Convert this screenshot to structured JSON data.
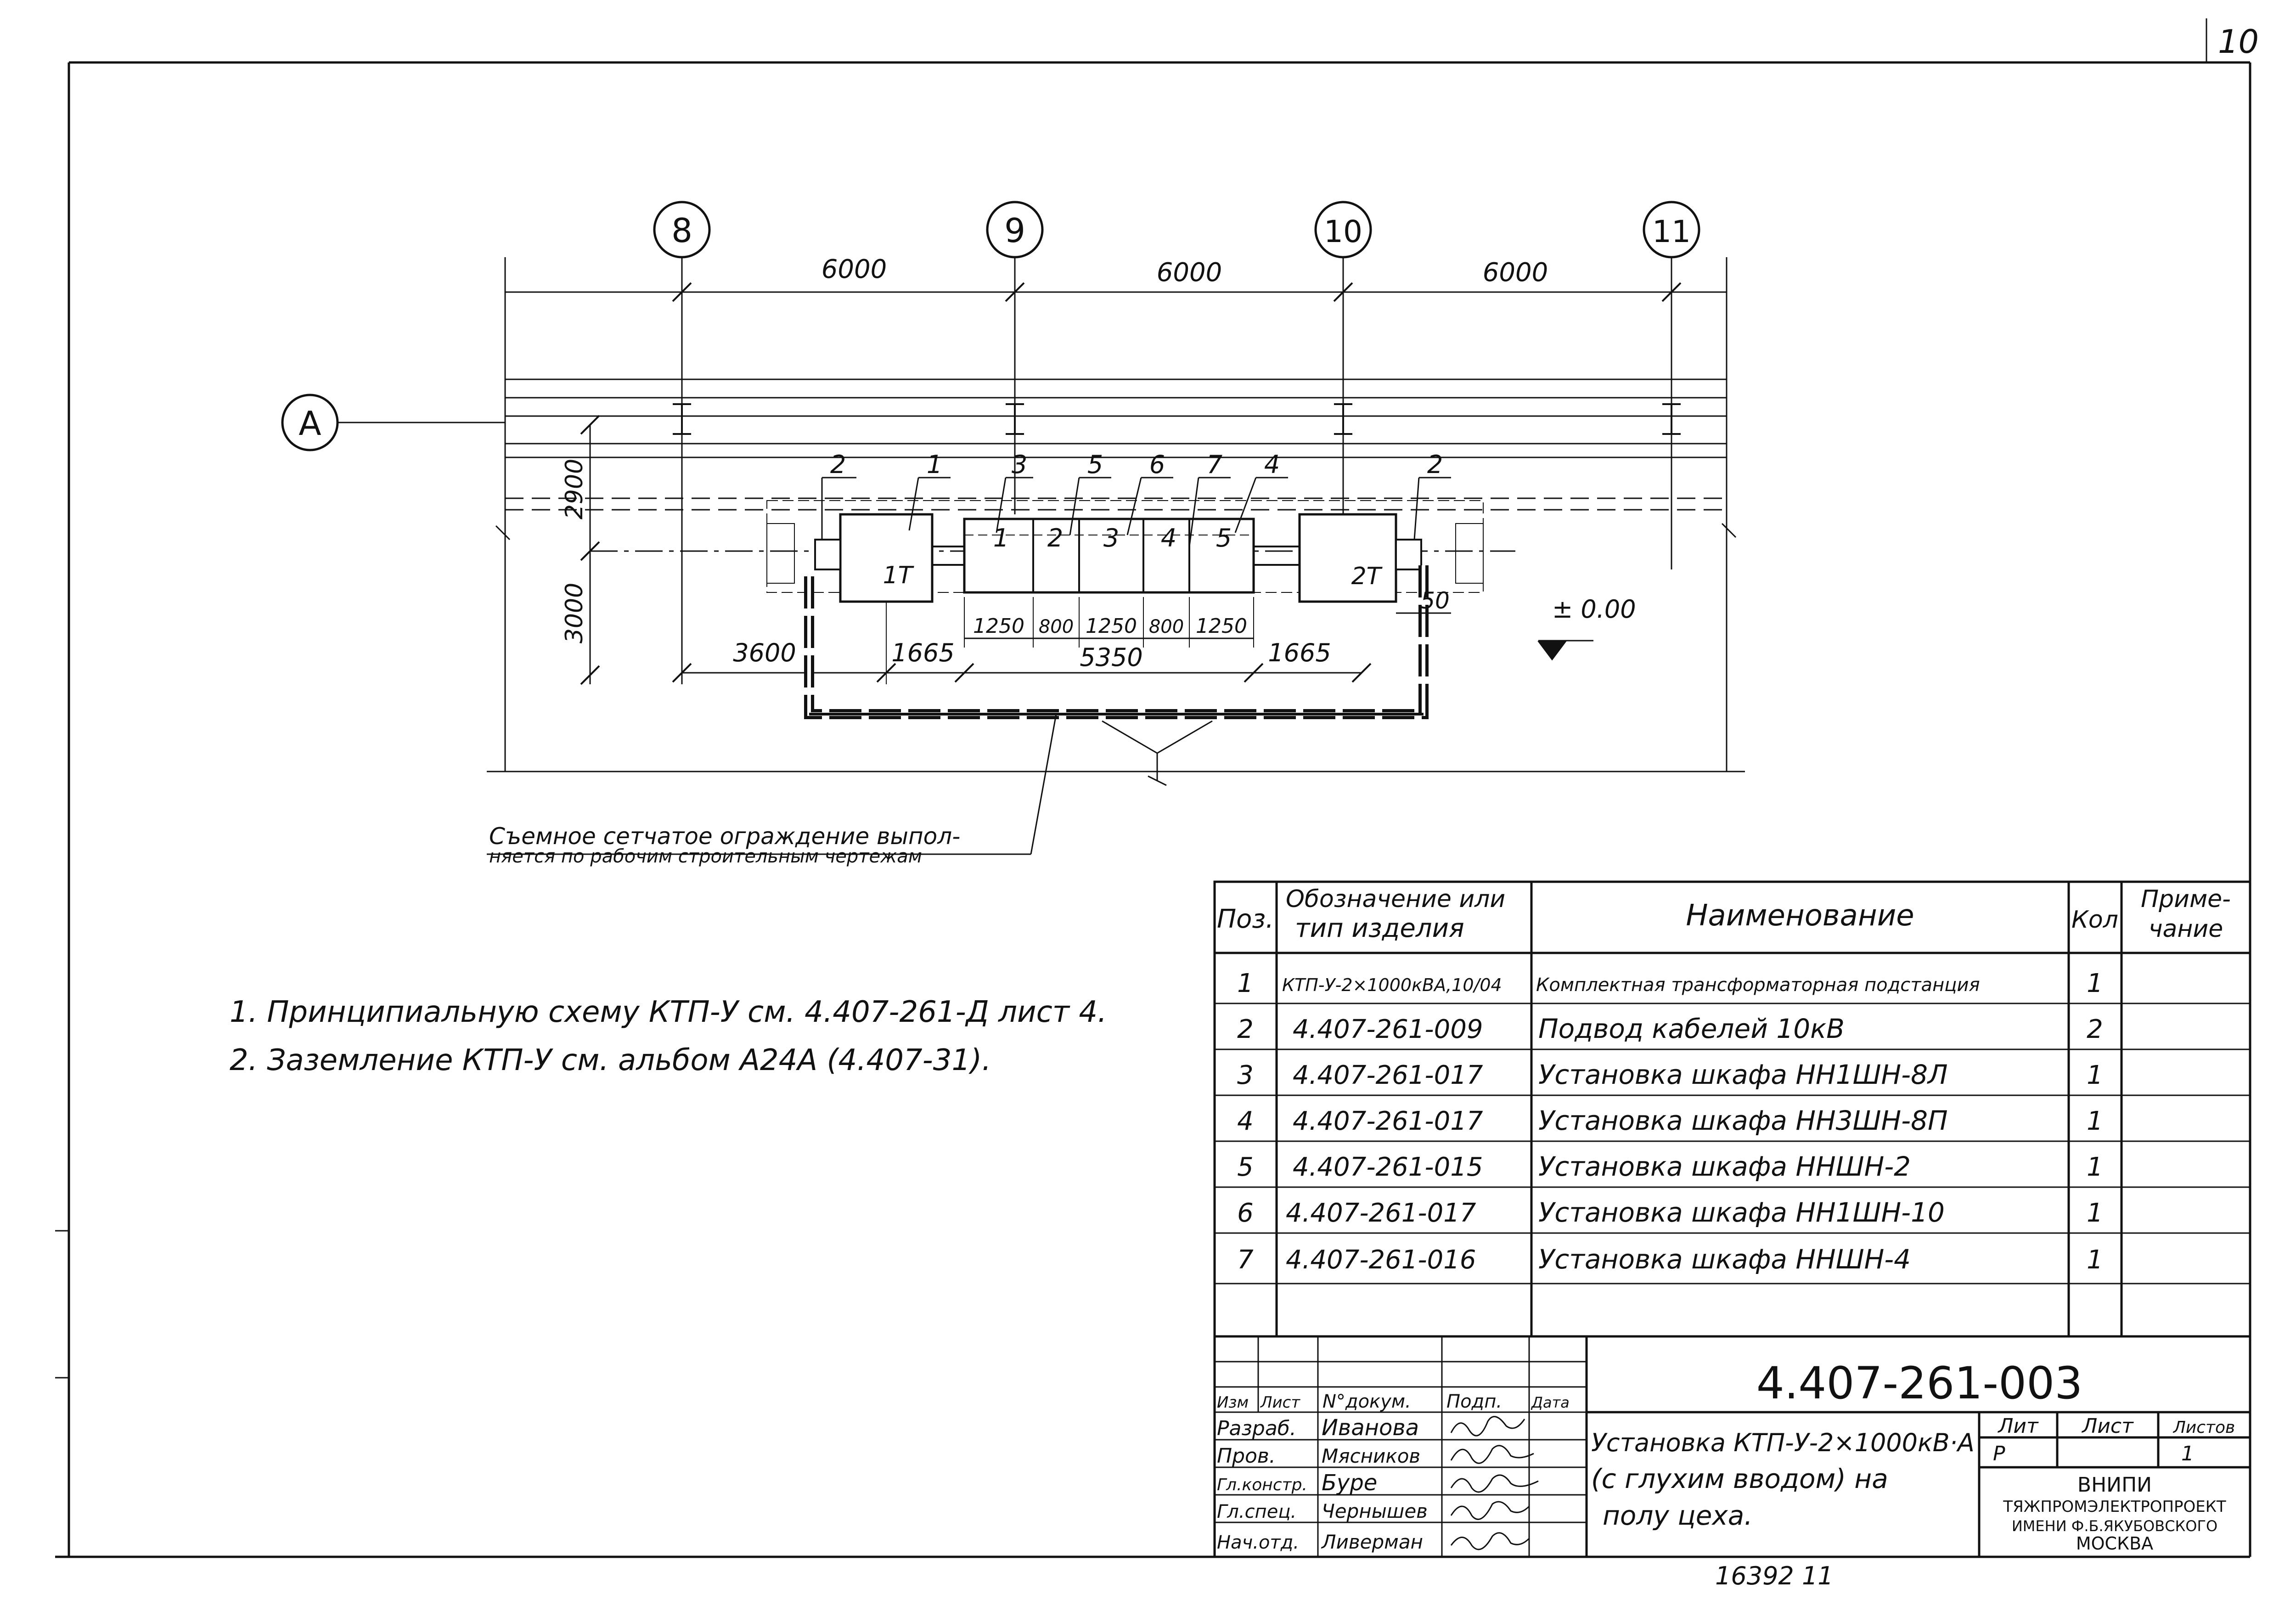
{
  "sheet_corner": "10",
  "axes": {
    "columns": [
      "8",
      "9",
      "10",
      "11"
    ],
    "row": "A"
  },
  "dimensions": {
    "spans": [
      "6000",
      "6000",
      "6000"
    ],
    "left_vertical_upper": "2900",
    "left_vertical_lower": "3000",
    "row_left": "3600",
    "row_gap_left": "1665",
    "row_total": "5350",
    "row_gap_right": "1665",
    "cabinet_widths": [
      "1250",
      "800",
      "1250",
      "800",
      "1250"
    ],
    "side_gap": "50",
    "level": "± 0.00"
  },
  "plan": {
    "transformer_left": "1T",
    "transformer_right": "2T",
    "cabinet_numbers": [
      "1",
      "2",
      "3",
      "4",
      "5"
    ],
    "callouts": [
      "2",
      "1",
      "3",
      "5",
      "6",
      "7",
      "4",
      "2"
    ]
  },
  "fence_note": [
    "Съемное сетчатое ограждение выпол-",
    "няется по рабочим строительным чертежам"
  ],
  "notes": [
    "1. Принципиальную схему КТП-У см. 4.407-261-Д лист 4.",
    "2. Заземление   КТП-У см. альбом А24А (4.407-31)."
  ],
  "spec_table": {
    "headers": {
      "pos": "Поз.",
      "designation": [
        "Обозначение или",
        "тип изделия"
      ],
      "name": "Наименование",
      "qty": "Кол",
      "note": [
        "Приме-",
        "чание"
      ]
    },
    "rows": [
      {
        "pos": "1",
        "designation": "КТП-У-2×1000кВА,10/04",
        "name": "Комплектная трансформаторная подстанция",
        "qty": "1"
      },
      {
        "pos": "2",
        "designation": "4.407-261-009",
        "name": "Подвод кабелей 10кВ",
        "qty": "2"
      },
      {
        "pos": "3",
        "designation": "4.407-261-017",
        "name": "Установка шкафа НН1ШН-8Л",
        "qty": "1"
      },
      {
        "pos": "4",
        "designation": "4.407-261-017",
        "name": "Установка шкафа НН3ШН-8П",
        "qty": "1"
      },
      {
        "pos": "5",
        "designation": "4.407-261-015",
        "name": "Установка шкафа ННШН-2",
        "qty": "1"
      },
      {
        "pos": "6",
        "designation": "4.407-261-017",
        "name": "Установка шкафа НН1ШН-10",
        "qty": "1"
      },
      {
        "pos": "7",
        "designation": "4.407-261-016",
        "name": "Установка шкафа ННШН-4",
        "qty": "1"
      }
    ]
  },
  "title_block": {
    "doc_code": "4.407-261-003",
    "col_headers": [
      "Изм",
      "Лист",
      "N°докум.",
      "Подп.",
      "Дата"
    ],
    "staff": [
      {
        "role": "Разраб.",
        "name": "Иванова"
      },
      {
        "role": "Пров.",
        "name": "Мясников"
      },
      {
        "role": "Гл.констр.",
        "name": "Буре"
      },
      {
        "role": "Гл.спец.",
        "name": "Чернышев"
      },
      {
        "role": "Нач.отд.",
        "name": "Ливерман"
      }
    ],
    "title": [
      "Установка КТП-У-2×1000кВ·А",
      "(с глухим вводом) на",
      "полу  цеха."
    ],
    "lit_label": "Лит",
    "sheet_label": "Лист",
    "sheets_label": "Листов",
    "lit_value": "Р",
    "sheets_value": "1",
    "org": [
      "ВНИПИ",
      "ТЯЖПРОМЭЛЕКТРОПРОЕКТ",
      "ИМЕНИ Ф.Б.ЯКУБОВСКОГО",
      "МОСКВА"
    ]
  },
  "footer_number": "16392   11"
}
